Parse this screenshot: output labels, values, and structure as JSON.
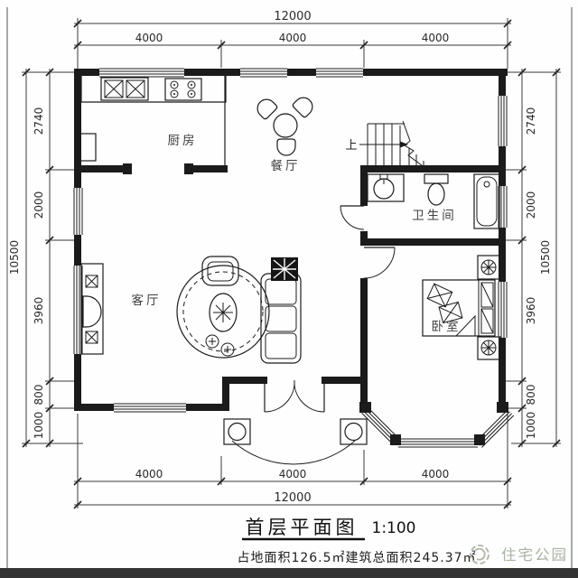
{
  "plan": {
    "title": "首层平面图",
    "scale": "1:100",
    "area_note": "占地面积126.5㎡建筑总面积245.37㎡",
    "watermark": "住宅公园",
    "rooms": {
      "kitchen": "厨房",
      "dining": "餐厅",
      "bathroom": "卫生间",
      "living": "客厅",
      "bedroom": "卧室",
      "stairs_up": "上"
    },
    "dimensions": {
      "top": {
        "total": "12000",
        "segments": [
          "4000",
          "4000",
          "4000"
        ]
      },
      "bottom": {
        "total": "12000",
        "segments": [
          "4000",
          "4000",
          "4000"
        ]
      },
      "left": {
        "total": "10500",
        "segments": [
          "2740",
          "2000",
          "3960",
          "800",
          "1000"
        ]
      },
      "right": {
        "total": "10500",
        "segments": [
          "2740",
          "2000",
          "3960",
          "800",
          "1000"
        ]
      }
    },
    "colors": {
      "wall": "#1b1b1b",
      "watermark": "#a9b3a3",
      "bottom_bar": "#343434"
    }
  }
}
